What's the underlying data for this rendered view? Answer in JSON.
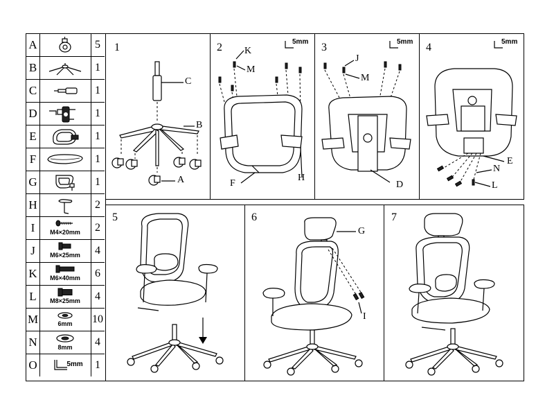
{
  "parts": [
    {
      "letter": "A",
      "qty": "5",
      "label": "",
      "icon": "caster-wheel-icon"
    },
    {
      "letter": "B",
      "qty": "1",
      "label": "",
      "icon": "chair-base-icon"
    },
    {
      "letter": "C",
      "qty": "1",
      "label": "",
      "icon": "gas-lift-cylinder-icon"
    },
    {
      "letter": "D",
      "qty": "1",
      "label": "",
      "icon": "tilt-mechanism-icon"
    },
    {
      "letter": "E",
      "qty": "1",
      "label": "",
      "icon": "backrest-icon"
    },
    {
      "letter": "F",
      "qty": "1",
      "label": "",
      "icon": "seat-cushion-icon"
    },
    {
      "letter": "G",
      "qty": "1",
      "label": "",
      "icon": "headrest-icon"
    },
    {
      "letter": "H",
      "qty": "2",
      "label": "",
      "icon": "armrest-icon"
    },
    {
      "letter": "I",
      "qty": "2",
      "label": "M4×20mm",
      "icon": "screw-icon"
    },
    {
      "letter": "J",
      "qty": "4",
      "label": "M6×25mm",
      "icon": "bolt-icon"
    },
    {
      "letter": "K",
      "qty": "6",
      "label": "M6×40mm",
      "icon": "bolt-icon"
    },
    {
      "letter": "L",
      "qty": "4",
      "label": "M8×25mm",
      "icon": "bolt-icon"
    },
    {
      "letter": "M",
      "qty": "10",
      "label": "6mm",
      "icon": "washer-icon"
    },
    {
      "letter": "N",
      "qty": "4",
      "label": "8mm",
      "icon": "washer-icon"
    },
    {
      "letter": "O",
      "qty": "1",
      "label": "5mm",
      "icon": "allen-key-icon"
    }
  ],
  "steps": [
    {
      "number": "1",
      "tool": "",
      "labels": [
        "C",
        "B",
        "A"
      ]
    },
    {
      "number": "2",
      "tool": "5mm",
      "labels": [
        "K",
        "M",
        "F",
        "H"
      ]
    },
    {
      "number": "3",
      "tool": "5mm",
      "labels": [
        "J",
        "M",
        "D"
      ]
    },
    {
      "number": "4",
      "tool": "5mm",
      "labels": [
        "E",
        "N",
        "L"
      ]
    },
    {
      "number": "5",
      "tool": "",
      "labels": []
    },
    {
      "number": "6",
      "tool": "",
      "labels": [
        "G",
        "I"
      ]
    },
    {
      "number": "7",
      "tool": "",
      "labels": []
    }
  ]
}
